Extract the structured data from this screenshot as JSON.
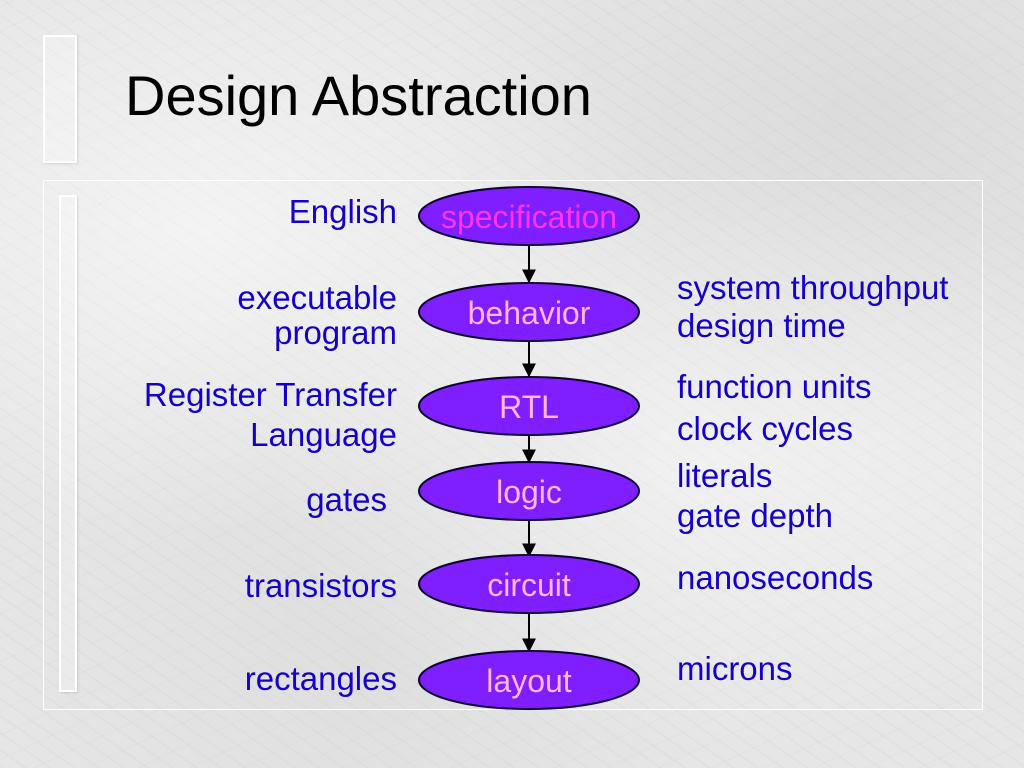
{
  "slide": {
    "title": "Design Abstraction"
  },
  "diagram": {
    "nodes": [
      {
        "label": "specification",
        "left_label": [
          "English"
        ],
        "right_label": []
      },
      {
        "label": "behavior",
        "left_label": [
          "executable",
          "program"
        ],
        "right_label": [
          "system throughput",
          "design time"
        ]
      },
      {
        "label": "RTL",
        "left_label": [
          "Register Transfer",
          "Language"
        ],
        "right_label": [
          "function units",
          "clock cycles"
        ]
      },
      {
        "label": "logic",
        "left_label": [
          "gates"
        ],
        "right_label": [
          "literals",
          "gate depth"
        ]
      },
      {
        "label": "circuit",
        "left_label": [
          "transistors"
        ],
        "right_label": [
          "nanoseconds"
        ]
      },
      {
        "label": "layout",
        "left_label": [
          "rectangles"
        ],
        "right_label": [
          "microns"
        ]
      }
    ]
  },
  "colors": {
    "node_fill": "#7f1fff",
    "node_border": "#0d0033",
    "node_text_top": "#ff33ff",
    "node_text": "#ffb3e6",
    "label_text": "#1400c8",
    "arrow": "#000000",
    "title": "#000000"
  }
}
